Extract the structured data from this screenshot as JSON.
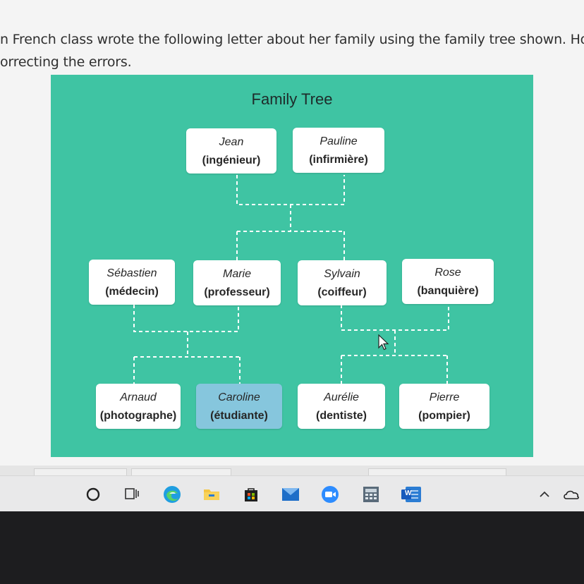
{
  "instructions": {
    "line1": "n French class wrote the following letter about her family using the family tree shown. However, h",
    "line2": "orrecting the errors."
  },
  "tree": {
    "title": "Family Tree",
    "grandparents": [
      {
        "name": "Jean",
        "job": "(ingénieur)"
      },
      {
        "name": "Pauline",
        "job": "(infirmière)"
      }
    ],
    "parents": [
      {
        "name": "Sébastien",
        "job": "(médecin)"
      },
      {
        "name": "Marie",
        "job": "(professeur)"
      },
      {
        "name": "Sylvain",
        "job": "(coiffeur)"
      },
      {
        "name": "Rose",
        "job": "(banquière)"
      }
    ],
    "children": [
      {
        "name": "Arnaud",
        "job": "(photographe)"
      },
      {
        "name": "Caroline",
        "job": "(étudiante)"
      },
      {
        "name": "Aurélie",
        "job": "(dentiste)"
      },
      {
        "name": "Pierre",
        "job": "(pompier)"
      }
    ],
    "colors": {
      "panel": "#3fc4a3",
      "card": "#ffffff",
      "highlight_card": "#86c6dd",
      "connector": "#ffffff"
    },
    "highlighted": "Caroline"
  },
  "taskbar": {
    "icons": [
      "search-circle-icon",
      "task-view-icon",
      "edge-icon",
      "file-explorer-icon",
      "store-icon",
      "mail-icon",
      "zoom-icon",
      "calculator-icon",
      "word-icon",
      "chevron-up-icon",
      "onedrive-icon"
    ],
    "word_label": "W"
  }
}
